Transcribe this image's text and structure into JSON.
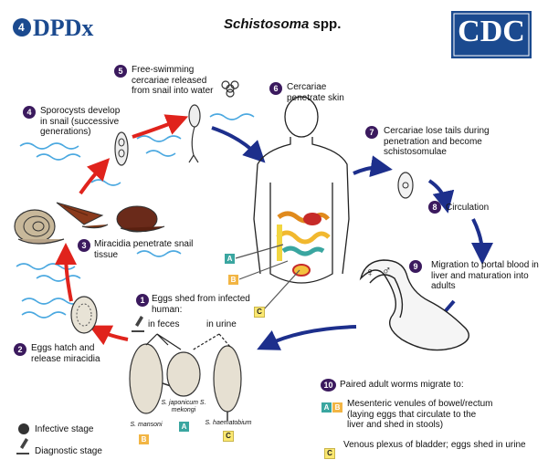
{
  "header": {
    "dpdx_logo": "DPDx",
    "title_genus": "Schistosoma",
    "title_suffix": " spp.",
    "cdc_logo": "CDC"
  },
  "steps": [
    {
      "num": "1",
      "text": "Eggs shed from infected human:"
    },
    {
      "num": "2",
      "text": "Eggs hatch and release miracidia"
    },
    {
      "num": "3",
      "text": "Miracidia penetrate snail tissue"
    },
    {
      "num": "4",
      "text": "Sporocysts develop in snail (successive generations)"
    },
    {
      "num": "5",
      "text": "Free-swimming cercariae released from snail into water"
    },
    {
      "num": "6",
      "text": "Cercariae penetrate skin"
    },
    {
      "num": "7",
      "text": "Cercariae lose tails during penetration and become schistosomulae"
    },
    {
      "num": "8",
      "text": "Circulation"
    },
    {
      "num": "9",
      "text": "Migration to portal blood in liver and maturation into adults"
    },
    {
      "num": "10",
      "text": "Paired adult worms migrate to:"
    }
  ],
  "feces_label": "in feces",
  "urine_label": "in urine",
  "eggs": [
    {
      "species": "S. mansoni",
      "badge": "B"
    },
    {
      "species": "S. japonicum S. mekongi",
      "badge": "A"
    },
    {
      "species": "S. haematobium",
      "badge": "C"
    }
  ],
  "destinations": [
    {
      "badges": [
        "A",
        "B"
      ],
      "text": "Mesenteric venules of bowel/rectum (laying eggs that circulate to the liver and shed in stools)"
    },
    {
      "badges": [
        "C"
      ],
      "text": "Venous plexus of bladder; eggs shed in urine"
    }
  ],
  "body_badges": [
    "A",
    "B",
    "C"
  ],
  "legend": {
    "infective": "Infective stage",
    "diagnostic": "Diagnostic stage"
  },
  "sex_symbols": {
    "female": "♀",
    "male": "♂"
  },
  "colors": {
    "step_circle": "#3b1a5e",
    "red_arrow": "#e0231c",
    "blue_arrow": "#1d2f8c",
    "water": "#4aa8e0",
    "badge_A": "#3aa6a0",
    "badge_B": "#f2b544",
    "badge_C": "#fbe871"
  }
}
